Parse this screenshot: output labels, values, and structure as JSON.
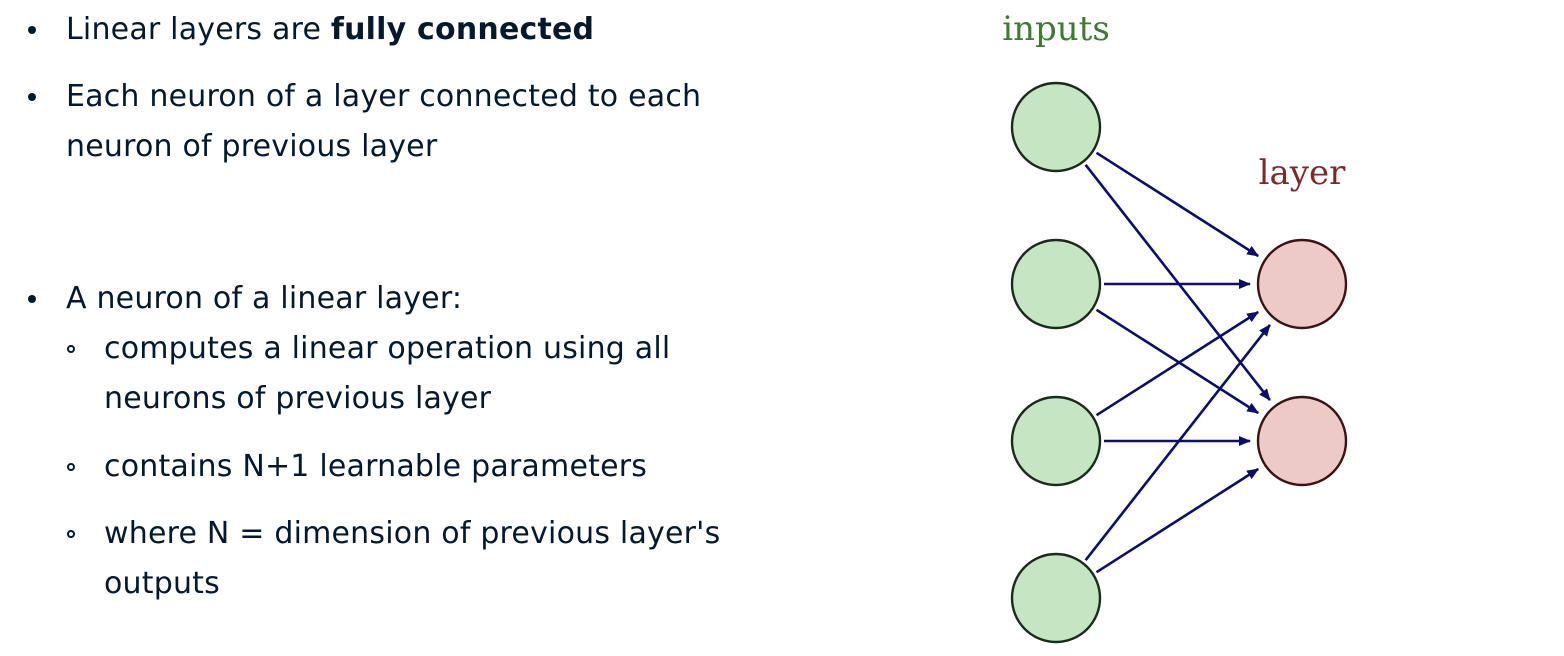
{
  "bullets": {
    "b1_prefix": "Linear layers are ",
    "b1_strong": "fully connected",
    "b2_line1": "Each neuron of a layer connected to each",
    "b2_line2": "neuron of previous layer",
    "b3": "A neuron of a linear layer:",
    "sub": [
      {
        "line1": "computes a linear operation using all",
        "line2": "neurons of previous layer"
      },
      {
        "line1": "contains N+1 learnable parameters"
      },
      {
        "line1": "where N = dimension of previous layer's",
        "line2": "outputs"
      }
    ]
  },
  "diagram": {
    "inputs_label": "inputs",
    "layer_label": "layer",
    "input_neuron_count": 4,
    "output_neuron_count": 2,
    "colors": {
      "input_fill": "#c6e5c3",
      "output_fill": "#edc9c8",
      "stroke": "#1b2b1b",
      "output_stroke": "#3a1414",
      "arrow": "#0d0d6b",
      "inputs_label": "#3e7a34",
      "layer_label": "#7a2a2a"
    }
  }
}
